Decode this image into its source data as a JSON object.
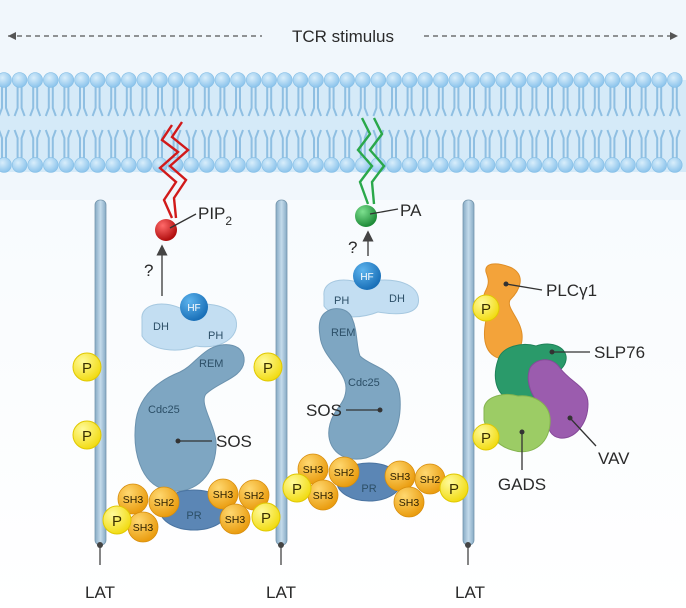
{
  "labels": {
    "tcr_stimulus": "TCR stimulus",
    "lat": "LAT",
    "p": "P",
    "question": "?",
    "pip2_base": "PIP",
    "pip2_sub": "2",
    "pa": "PA",
    "sos": "SOS",
    "hf": "HF",
    "dh": "DH",
    "ph": "PH",
    "rem": "REM",
    "cdc25": "Cdc25",
    "sh3": "SH3",
    "sh2": "SH2",
    "pr": "PR",
    "plcg1": "PLCγ1",
    "slp76": "SLP76",
    "vav": "VAV",
    "gads": "GADS"
  },
  "colors": {
    "membrane_band": "#cfe6f7",
    "lipid_head": "#a9d3f0",
    "lipid_tail": "#8fbfe2",
    "lat_rod": "#9fbfd6",
    "sos_body": "#7ea6c2",
    "dh_ph": "#c3def2",
    "hf": "#2a88d0",
    "sh_domain": "#f6b321",
    "phospho": "#f5e63a",
    "pip2": "#d11a1a",
    "pa": "#2aa84a",
    "plcg1": "#f3a33a",
    "slp76": "#2a9a6a",
    "vav": "#9b5cae",
    "gads": "#9ccc65"
  }
}
